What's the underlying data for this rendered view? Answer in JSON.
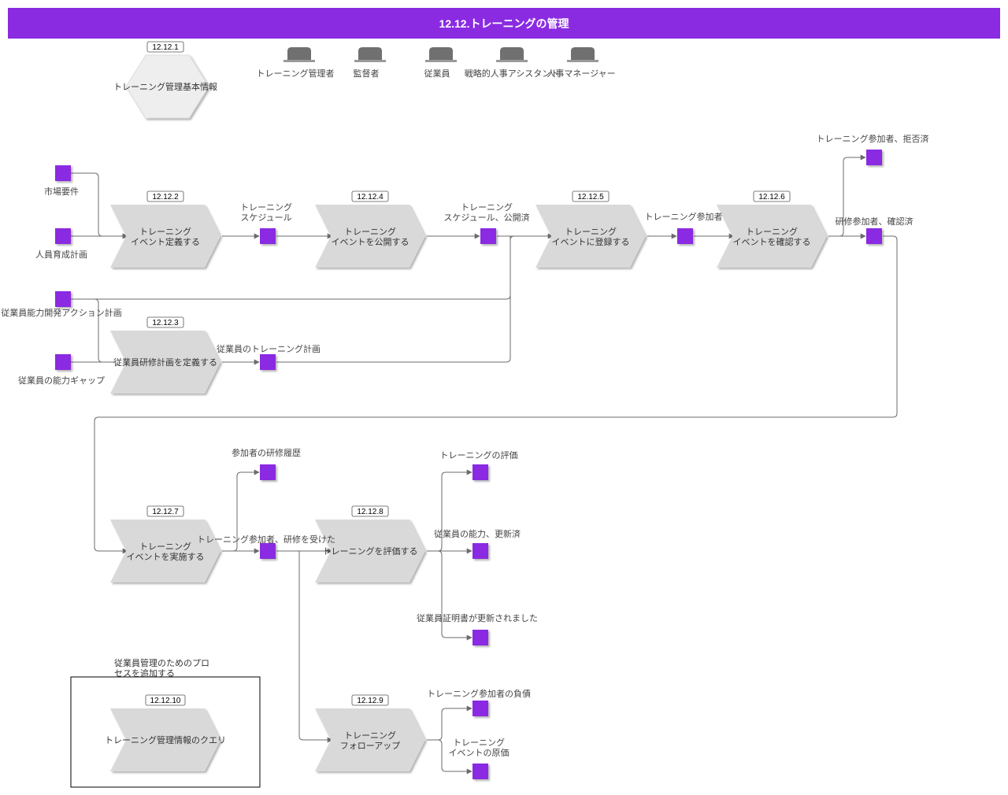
{
  "title": "12.12.トレーニングの管理",
  "colors": {
    "accent": "#8a2be2",
    "process_fill": "#d9d9d9",
    "hexagon_fill": "#eeeeee",
    "connector": "#6b6b6b",
    "role_fill": "#707070"
  },
  "hexagon": {
    "id": "12.12.1",
    "label": "トレーニング管理基本情報"
  },
  "roles": [
    {
      "label": "トレーニング管理者"
    },
    {
      "label": "監督者"
    },
    {
      "label": "従業員"
    },
    {
      "label": "戦略的人事アシスタント"
    },
    {
      "label": "人事マネージャー"
    }
  ],
  "processes": [
    {
      "id": "12.12.2",
      "label": [
        "トレーニング",
        "イベント定義する"
      ]
    },
    {
      "id": "12.12.3",
      "label": [
        "従業員研修計画を定義する"
      ]
    },
    {
      "id": "12.12.4",
      "label": [
        "トレーニング",
        "イベントを公開する"
      ]
    },
    {
      "id": "12.12.5",
      "label": [
        "トレーニング",
        "イベントに登録する"
      ]
    },
    {
      "id": "12.12.6",
      "label": [
        "トレーニング",
        "イベントを確認する"
      ]
    },
    {
      "id": "12.12.7",
      "label": [
        "トレーニング",
        "イベントを実施する"
      ]
    },
    {
      "id": "12.12.8",
      "label": [
        "トレーニングを評価する"
      ]
    },
    {
      "id": "12.12.9",
      "label": [
        "トレーニング",
        "フォローアップ"
      ]
    },
    {
      "id": "12.12.10",
      "label": [
        "トレーニング管理情報のクエリ"
      ]
    }
  ],
  "objects": [
    {
      "label": [
        "市場要件"
      ]
    },
    {
      "label": [
        "人員育成計画"
      ]
    },
    {
      "label": [
        "従業員能力開発アクション計画"
      ]
    },
    {
      "label": [
        "従業員の能力ギャップ"
      ]
    },
    {
      "label": [
        "トレーニング",
        "スケジュール"
      ]
    },
    {
      "label": [
        "従業員のトレーニング計画"
      ]
    },
    {
      "label": [
        "トレーニング",
        "スケジュール、公開済"
      ]
    },
    {
      "label": [
        "トレーニング参加者"
      ]
    },
    {
      "label": [
        "トレーニング参加者、拒否済"
      ]
    },
    {
      "label": [
        "研修参加者、確認済"
      ]
    },
    {
      "label": [
        "参加者の研修履歴"
      ]
    },
    {
      "label": [
        "トレーニング参加者、研修を受けた"
      ]
    },
    {
      "label": [
        "トレーニングの評価"
      ]
    },
    {
      "label": [
        "従業員の能力、更新済"
      ]
    },
    {
      "label": [
        "従業員証明書が更新されました"
      ]
    },
    {
      "label": [
        "トレーニング参加者の負債"
      ]
    },
    {
      "label": [
        "トレーニング",
        "イベントの原価"
      ]
    }
  ],
  "note": {
    "lines": [
      "従業員管理のためのプロ",
      "セスを追加する"
    ]
  }
}
